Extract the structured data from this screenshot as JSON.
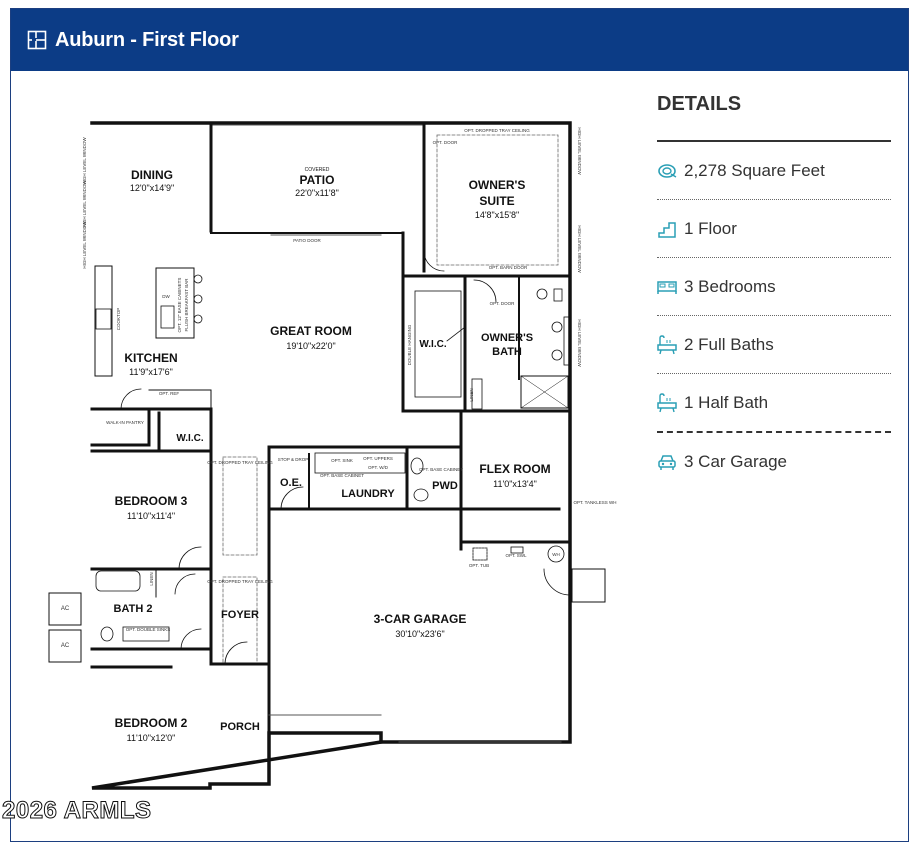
{
  "header": {
    "title": "Auburn - First Floor"
  },
  "details": {
    "heading": "DETAILS",
    "items": [
      {
        "icon": "sqft-icon",
        "text": "2,278 Square Feet"
      },
      {
        "icon": "stairs-icon",
        "text": "1 Floor"
      },
      {
        "icon": "bed-icon",
        "text": "3 Bedrooms"
      },
      {
        "icon": "bath-icon",
        "text": "2 Full Baths"
      },
      {
        "icon": "bath-icon",
        "text": "1 Half Bath"
      },
      {
        "icon": "garage-icon",
        "text": "3 Car Garage"
      }
    ],
    "icon_color": "#2a9fb5"
  },
  "plan": {
    "rooms": {
      "dining": {
        "name": "DINING",
        "size": "12'0\"x14'9\""
      },
      "patio": {
        "name": "PATIO",
        "sub": "COVERED",
        "size": "22'0\"x11'8\""
      },
      "owners_suite": {
        "name1": "OWNER'S",
        "name2": "SUITE",
        "size": "14'8\"x15'8\""
      },
      "great_room": {
        "name": "GREAT ROOM",
        "size": "19'10\"x22'0\""
      },
      "kitchen": {
        "name": "KITCHEN",
        "size": "11'9\"x17'6\""
      },
      "wic_owner": {
        "name": "W.I.C."
      },
      "owners_bath": {
        "name1": "OWNER'S",
        "name2": "BATH"
      },
      "wic_bed": {
        "name": "W.I.C."
      },
      "bedroom3": {
        "name": "BEDROOM 3",
        "size": "11'10\"x11'4\""
      },
      "oe": {
        "name": "O.E."
      },
      "laundry": {
        "name": "LAUNDRY"
      },
      "pwd": {
        "name": "PWD"
      },
      "flex_room": {
        "name": "FLEX ROOM",
        "size": "11'0\"x13'4\""
      },
      "bath2": {
        "name": "BATH 2"
      },
      "foyer": {
        "name": "FOYER"
      },
      "garage": {
        "name": "3-CAR GARAGE",
        "size": "30'10\"x23'6\""
      },
      "bedroom2": {
        "name": "BEDROOM 2",
        "size": "11'10\"x12'0\""
      },
      "porch": {
        "name": "PORCH"
      }
    },
    "notes": {
      "opt_dropped_tray_ceiling": "OPT. DROPPED TRAY CEILING",
      "patio_door": "PATIO DOOR",
      "opt_barn_door": "OPT. BARN DOOR",
      "opt_door": "OPT. DOOR",
      "opt_door2": "OPT. DOOR",
      "dw": "DW",
      "opt_base_cabinets": "OPT. 12\" BASE CABINETS",
      "flush_breakfast_bar": "FLUSH BREAKFAST BAR",
      "cooktop": "COOKTOP",
      "walk_in_pantry": "WALK-IN PANTRY",
      "opt_ref": "OPT. REF",
      "stop_drop": "STOP & DROP",
      "opt_sink": "OPT. SINK",
      "opt_uppers": "OPT. UPPERS",
      "opt_wd": "OPT. W/D",
      "opt_base_cabinet": "OPT. BASE CABINET",
      "opt_base_cabinet2": "OPT. BASE CABINET",
      "opt_tub": "OPT. TUB",
      "opt_swl": "OPT. SWL",
      "wh": "WH",
      "opt_tankless_wh": "OPT. TANKLESS WH",
      "linen": "LINEN",
      "linen2": "LINEN",
      "opt_double_sinks": "OPT. DOUBLE SINKS",
      "double_hanging": "DOUBLE HANGING",
      "high_level_window": "HIGH LEVEL WINDOW",
      "ac": "AC"
    }
  },
  "watermark": "2026 ARMLS"
}
